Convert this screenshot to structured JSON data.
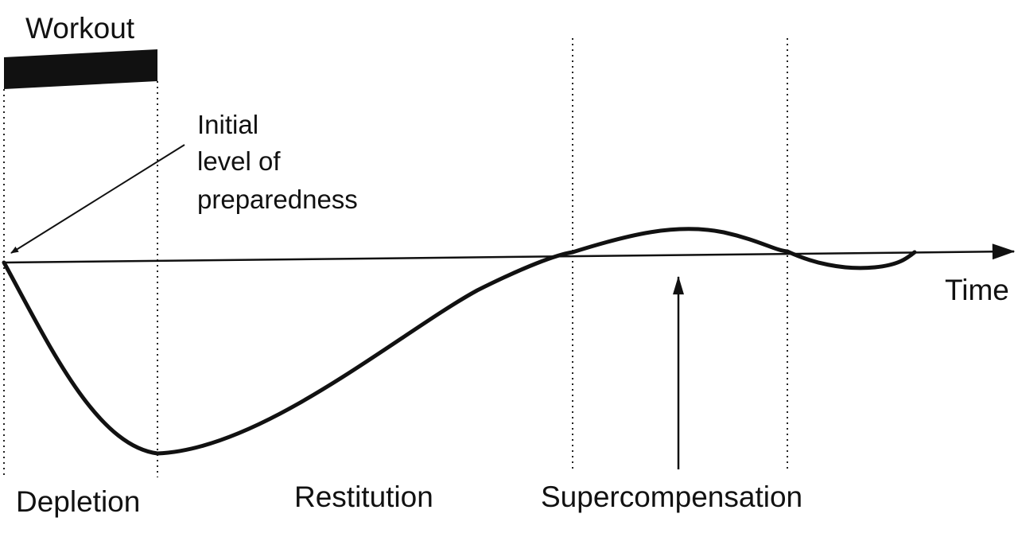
{
  "labels": {
    "workout": "Workout",
    "initial_level_line1": "Initial",
    "initial_level_line2": "level of",
    "initial_level_line3": "preparedness",
    "time_axis": "Time",
    "phase_depletion": "Depletion",
    "phase_restitution": "Restitution",
    "phase_supercompensation": "Supercompensation"
  },
  "colors": {
    "ink": "#111111",
    "background": "#ffffff"
  }
}
